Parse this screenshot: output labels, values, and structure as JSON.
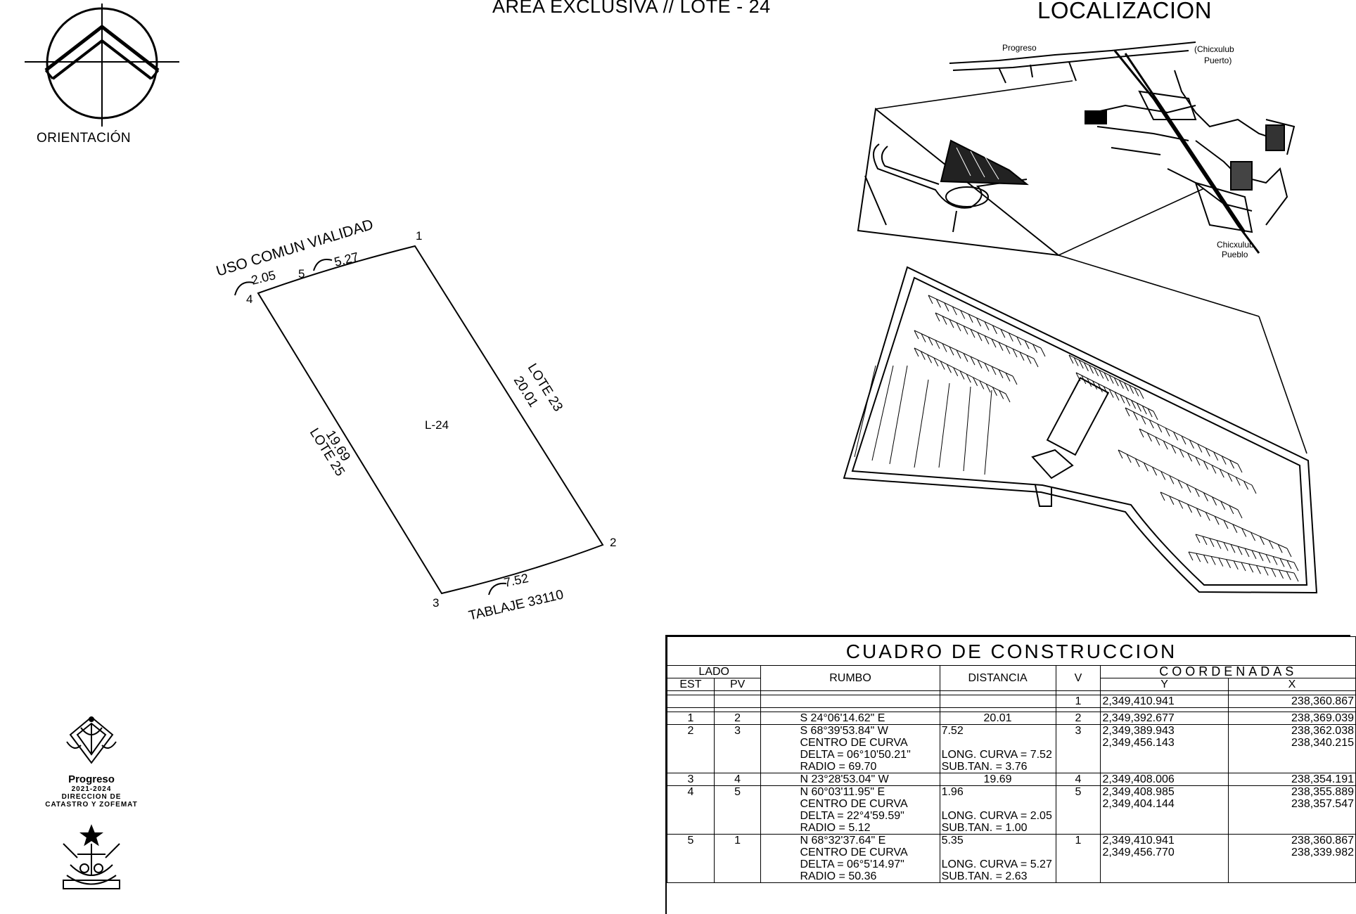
{
  "header": {
    "main_title": "AREA EXCLUSIVA // LOTE - 24",
    "location_title": "LOCALIZACION",
    "orientation_label": "ORIENTACIÓN"
  },
  "lot_plan": {
    "lot_label": "L-24",
    "top_road": "USO COMUN VIALIDAD",
    "arc_left": "2.05",
    "point_5": "5",
    "arc_right": "5.27",
    "vertex_1": "1",
    "vertex_2": "2",
    "vertex_3": "3",
    "vertex_4": "4",
    "right_neighbor": "LOTE 23",
    "right_length": "20.01",
    "left_neighbor": "LOTE 25",
    "left_length": "19.69",
    "bottom_neighbor": "TABLAJE 33110",
    "bottom_arc": "7.52"
  },
  "location_map": {
    "place_progreso": "Progreso",
    "place_chicxulub_puerto_1": "(Chicxulub",
    "place_chicxulub_puerto_2": "Puerto)",
    "place_chicxulub_pueblo_1": "Chicxulub",
    "place_chicxulub_pueblo_2": "Pueblo"
  },
  "logo": {
    "name": "Progreso",
    "years": "2021-2024",
    "dept_1": "DIRECCION DE",
    "dept_2": "CATASTRO Y ZOFEMAT"
  },
  "table": {
    "caption": "CUADRO DE CONSTRUCCION",
    "headers": {
      "lado": "LADO",
      "est": "EST",
      "pv": "PV",
      "rumbo": "RUMBO",
      "distancia": "DISTANCIA",
      "v": "V",
      "coordenadas": "COORDENADAS",
      "y": "Y",
      "x": "X"
    },
    "rows": [
      {
        "est": "",
        "pv": "",
        "rumbo": "",
        "dist": "",
        "v": "1",
        "y": "2,349,410.941",
        "x": "238,360.867"
      },
      {
        "est": "1",
        "pv": "2",
        "rumbo": "S 24°06'14.62\" E",
        "dist": "20.01",
        "v": "2",
        "y": "2,349,392.677",
        "x": "238,369.039"
      },
      {
        "est": "2",
        "pv": "3",
        "rumbo": "S 68°39'53.84\" W\nCENTRO DE CURVA\nDELTA = 06°10'50.21\"\nRADIO = 69.70",
        "dist": "7.52\n\nLONG. CURVA = 7.52\nSUB.TAN. = 3.76",
        "v": "3",
        "y": "2,349,389.943\n2,349,456.143",
        "x": "238,362.038\n238,340.215"
      },
      {
        "est": "3",
        "pv": "4",
        "rumbo": "N 23°28'53.04\" W",
        "dist": "19.69",
        "v": "4",
        "y": "2,349,408.006",
        "x": "238,354.191"
      },
      {
        "est": "4",
        "pv": "5",
        "rumbo": "N 60°03'11.95\" E\nCENTRO DE CURVA\nDELTA = 22°4'59.59\"\nRADIO = 5.12",
        "dist": "1.96\n\nLONG. CURVA = 2.05\nSUB.TAN. = 1.00",
        "v": "5",
        "y": "2,349,408.985\n2,349,404.144",
        "x": "238,355.889\n238,357.547"
      },
      {
        "est": "5",
        "pv": "1",
        "rumbo": "N 68°32'37.64\" E\nCENTRO DE CURVA\nDELTA = 06°5'14.97\"\nRADIO = 50.36",
        "dist": "5.35\n\nLONG. CURVA = 5.27\nSUB.TAN. = 2.63",
        "v": "1",
        "y": "2,349,410.941\n2,349,456.770",
        "x": "238,360.867\n238,339.982"
      }
    ]
  }
}
